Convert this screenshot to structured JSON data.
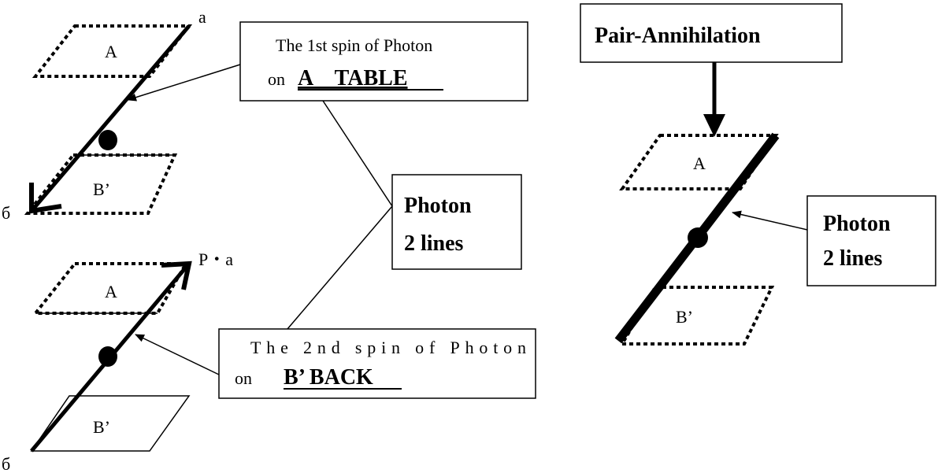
{
  "panel1": {
    "table_label": "A",
    "back_label": "B’",
    "top_label": "a",
    "bottom_label": "б"
  },
  "panel2": {
    "table_label": "A",
    "back_label": "B’",
    "top_label": "P・a",
    "bottom_label": "б"
  },
  "panel3": {
    "table_label": "A",
    "back_label": "B’"
  },
  "callout_first": {
    "line1": "The 1st spin of Photon",
    "prefix": "on",
    "emph": "A　TABLE"
  },
  "callout_second": {
    "line1": "The 2nd spin of Photon",
    "prefix": "on",
    "emph": "B’ BACK"
  },
  "photon_box_center": {
    "line1": "Photon",
    "line2": "2 lines"
  },
  "photon_box_right": {
    "line1": "Photon",
    "line2": "2 lines"
  },
  "pair_box": {
    "title": "Pair-Annihilation"
  }
}
